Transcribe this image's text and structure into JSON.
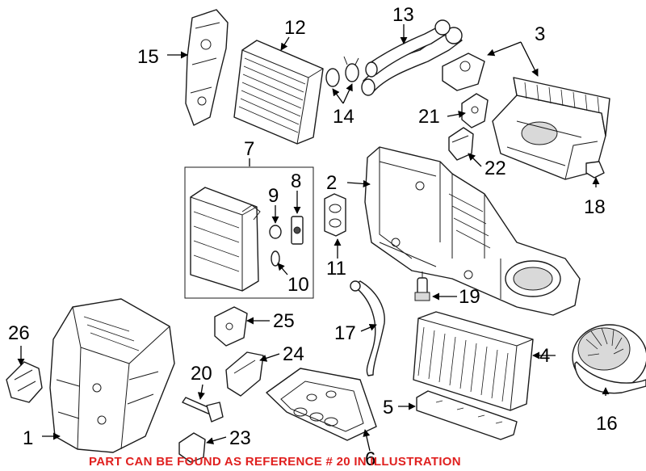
{
  "callouts": {
    "c1": "1",
    "c2": "2",
    "c3": "3",
    "c4": "4",
    "c5": "5",
    "c6": "6",
    "c7": "7",
    "c8": "8",
    "c9": "9",
    "c10": "10",
    "c11": "11",
    "c12": "12",
    "c13": "13",
    "c14": "14",
    "c15": "15",
    "c16": "16",
    "c17": "17",
    "c18": "18",
    "c19": "19",
    "c20": "20",
    "c21": "21",
    "c22": "22",
    "c23": "23",
    "c24": "24",
    "c25": "25",
    "c26": "26"
  },
  "footer_note": "PART CAN BE FOUND AS REFERENCE # 20 IN ILLUSTRATION",
  "colors": {
    "line": "#1a1a1a",
    "note": "#e0201f",
    "background": "#ffffff"
  }
}
